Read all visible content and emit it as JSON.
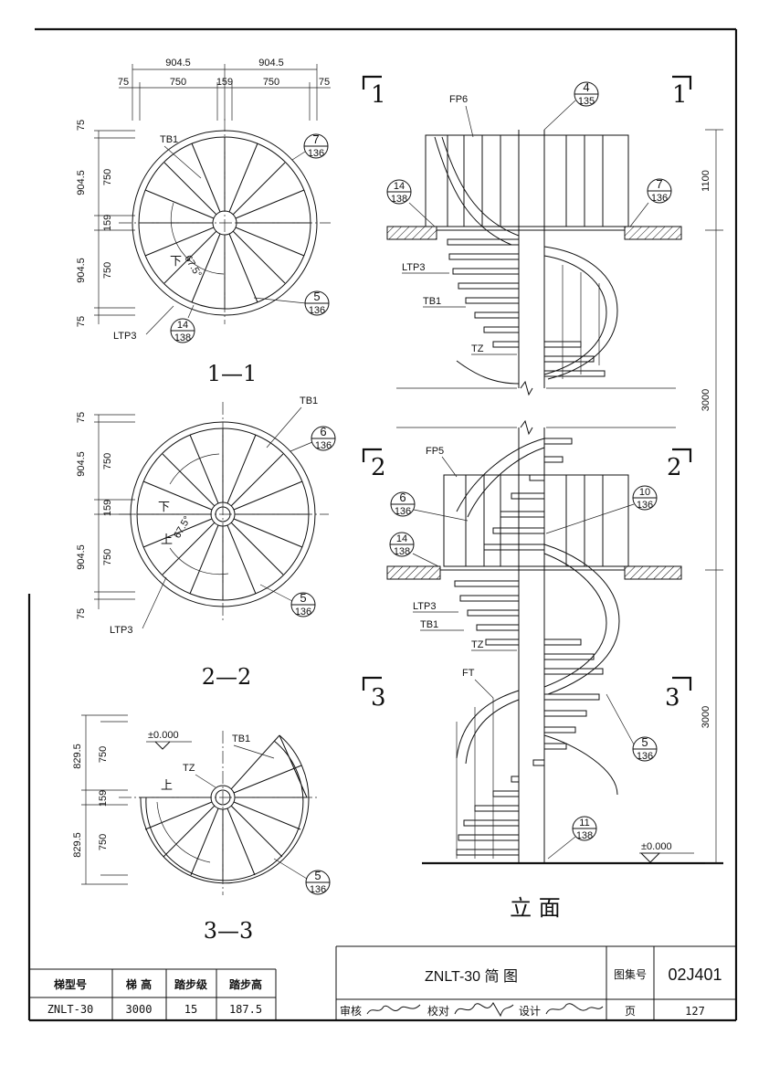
{
  "plans": {
    "p1": {
      "dims_top": [
        "904.5",
        "904.5"
      ],
      "dims_top2": [
        "75",
        "750",
        "159",
        "750",
        "75"
      ],
      "dims_left": [
        "75",
        "904.5",
        "750",
        "159",
        "904.5",
        "750",
        "75"
      ],
      "labels": {
        "tb": "TB1",
        "ltp": "LTP3",
        "down": "下",
        "angle": "67.5°"
      },
      "callouts": [
        {
          "num": "7",
          "page": "136"
        },
        {
          "num": "5",
          "page": "136"
        },
        {
          "num": "14",
          "page": "138"
        }
      ],
      "caption": "1—1"
    },
    "p2": {
      "dims_left": [
        "75",
        "904.5",
        "750",
        "159",
        "904.5",
        "750",
        "75"
      ],
      "labels": {
        "tb": "TB1",
        "ltp": "LTP3",
        "down": "下",
        "up": "上",
        "angle": "67.5°"
      },
      "callouts": [
        {
          "num": "6",
          "page": "136"
        },
        {
          "num": "5",
          "page": "136"
        }
      ],
      "caption": "2—2"
    },
    "p3": {
      "dims_left": [
        "829.5",
        "750",
        "159",
        "829.5",
        "750"
      ],
      "labels": {
        "tb": "TB1",
        "tz": "TZ",
        "up": "上",
        "level": "±0.000"
      },
      "callouts": [
        {
          "num": "5",
          "page": "136"
        }
      ],
      "caption": "3—3"
    }
  },
  "elevation": {
    "caption": "立 面",
    "section_marks": [
      "1",
      "1",
      "2",
      "2",
      "3",
      "3"
    ],
    "labels": {
      "fp6": "FP6",
      "fp5": "FP5",
      "ft": "FT",
      "ltp3a": "LTP3",
      "tb1a": "TB1",
      "tza": "TZ",
      "ltp3b": "LTP3",
      "tb1b": "TB1",
      "tzb": "TZ",
      "level": "±0.000"
    },
    "dims_right": [
      "1100",
      "3000",
      "3000"
    ],
    "callouts": [
      {
        "num": "4",
        "page": "135"
      },
      {
        "num": "7",
        "page": "136"
      },
      {
        "num": "14",
        "page": "138"
      },
      {
        "num": "6",
        "page": "136"
      },
      {
        "num": "10",
        "page": "136"
      },
      {
        "num": "14",
        "page": "138"
      },
      {
        "num": "5",
        "page": "136"
      },
      {
        "num": "11",
        "page": "138"
      }
    ]
  },
  "spec_table": {
    "headers": [
      "梯型号",
      "梯 高",
      "踏步级",
      "踏步高"
    ],
    "row": [
      "ZNLT-30",
      "3000",
      "15",
      "187.5"
    ]
  },
  "title_block": {
    "title": "ZNLT-30  简  图",
    "atlas_label": "图集号",
    "atlas_no": "02J401",
    "review_label": "审核",
    "check_label": "校对",
    "design_label": "设计",
    "page_label": "页",
    "page_no": "127"
  }
}
